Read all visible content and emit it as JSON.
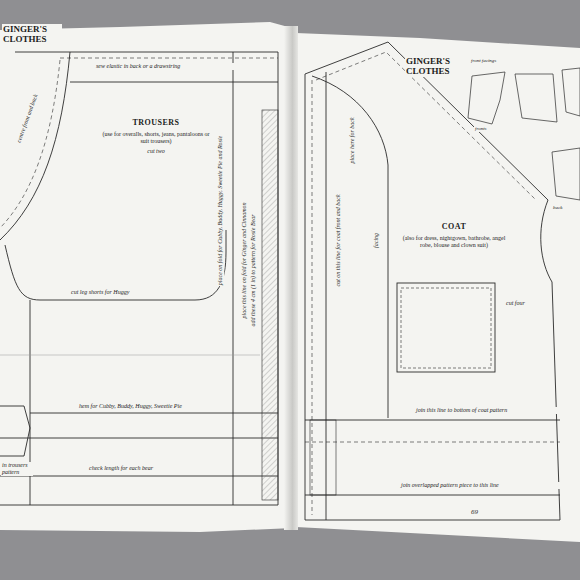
{
  "diagram": {
    "nodes": [
      {
        "text": [
          "TROUSERS",
          "(use for overalls, shorts, jeans, pantaloons or suit trousers)",
          "cut two"
        ]
      },
      {
        "text": [
          "COAT",
          "(also for dress, nightgown, bathrobe, angel robe, blouse and clown suit)"
        ]
      }
    ],
    "labels": [
      "GINGER'S CLOTHES",
      "sew elastic in back or a drawstring",
      "place on fold for Cubby, Buddy, Huggy, Sweetie Pie and Rosie",
      "place this line on fold for Ginger and Cinnamon",
      "add these 4 cm (1 in) to pattern for Rosie Bear",
      "centre front and back",
      "cut leg shorts for Huggy",
      "hem for Cubby, Buddy, Huggy, Sweetie Pie",
      "check length for each bear",
      "in trousers pattern",
      "GINGER'S CLOTHES",
      "front facings",
      "fronts",
      "back",
      "place here for back",
      "cut on this line for coat front and back",
      "facing",
      "cut four",
      "join this line to bottom of coat pattern",
      "join overlapped pattern piece to this line",
      "69"
    ]
  }
}
